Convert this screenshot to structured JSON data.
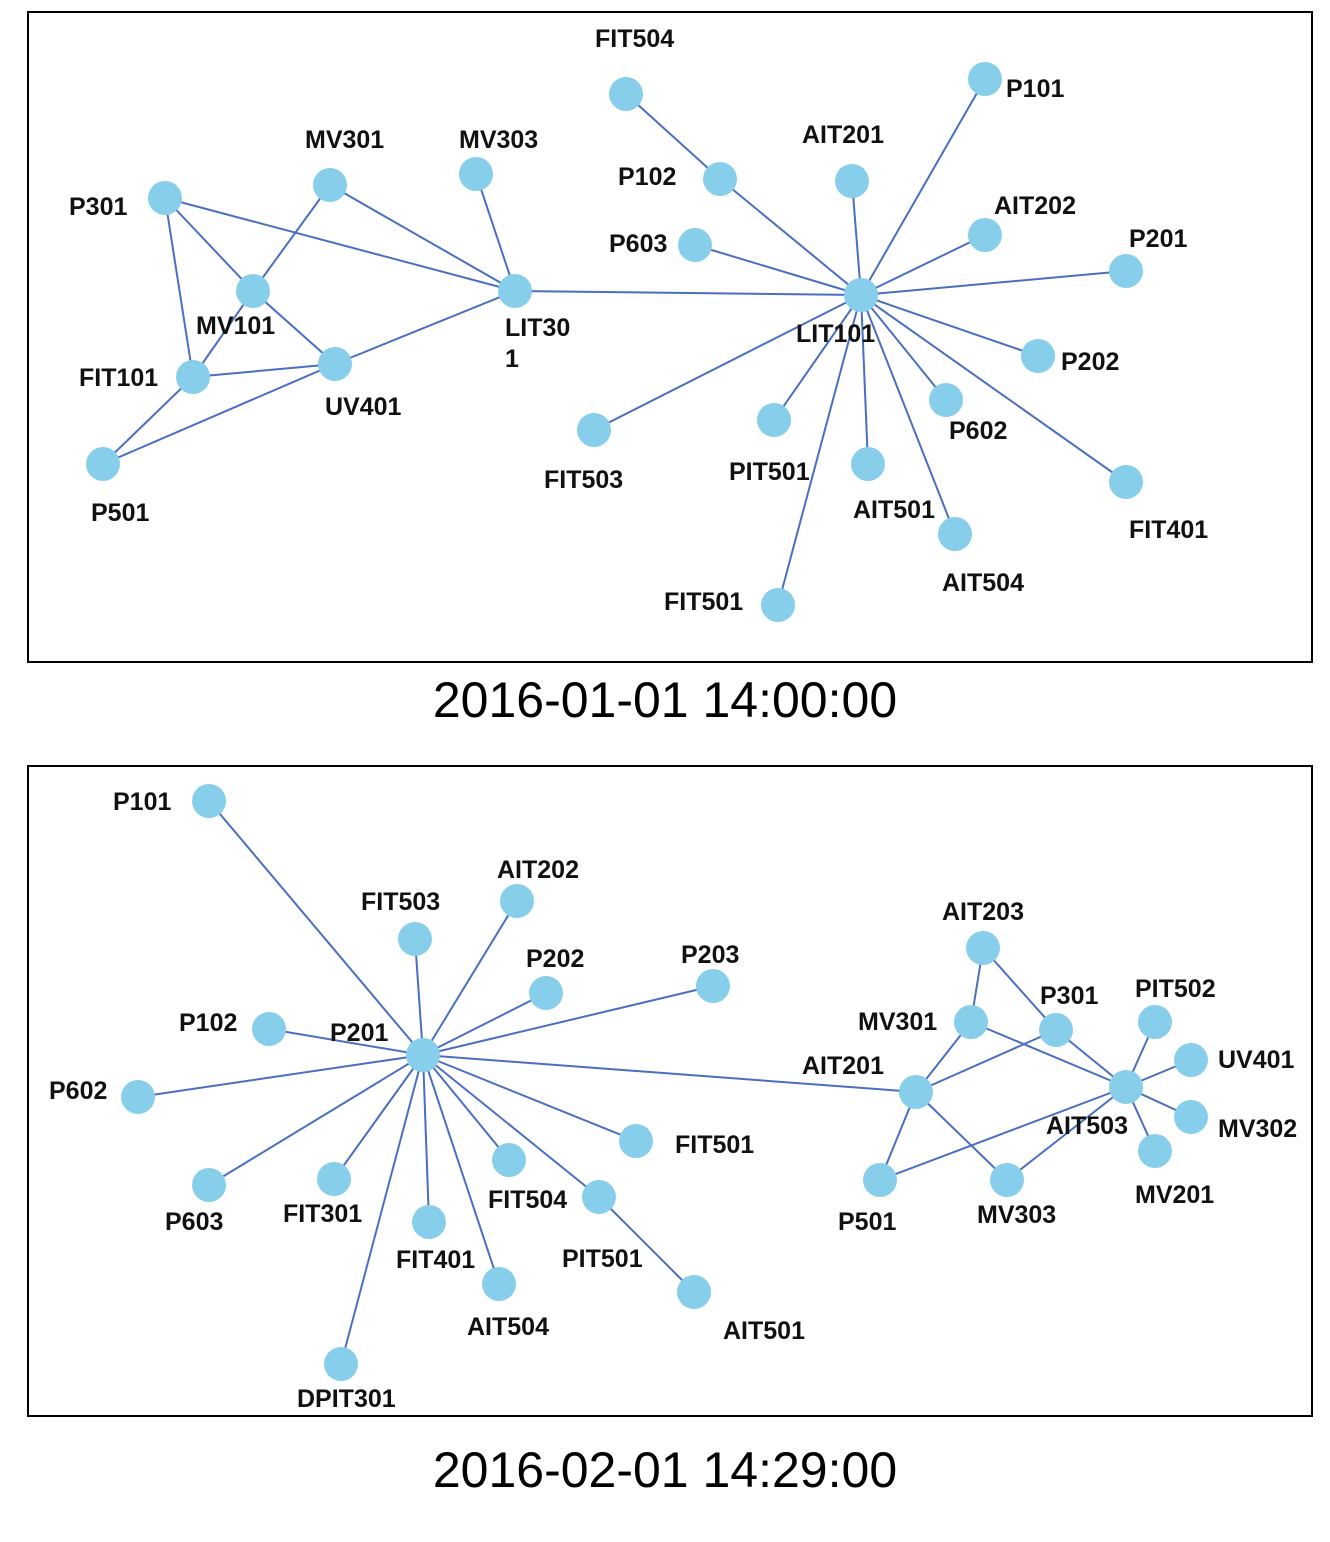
{
  "diagrams": [
    {
      "caption": "2016-01-01 14:00:00",
      "nodes": [
        {
          "id": "FIT504",
          "label": "FIT504"
        },
        {
          "id": "P101",
          "label": "P101"
        },
        {
          "id": "AIT201",
          "label": "AIT201"
        },
        {
          "id": "P102",
          "label": "P102"
        },
        {
          "id": "AIT202",
          "label": "AIT202"
        },
        {
          "id": "P201",
          "label": "P201"
        },
        {
          "id": "P603",
          "label": "P603"
        },
        {
          "id": "LIT101",
          "label": "LIT101"
        },
        {
          "id": "P202",
          "label": "P202"
        },
        {
          "id": "P602",
          "label": "P602"
        },
        {
          "id": "PIT501",
          "label": "PIT501"
        },
        {
          "id": "AIT501",
          "label": "AIT501"
        },
        {
          "id": "FIT401",
          "label": "FIT401"
        },
        {
          "id": "AIT504",
          "label": "AIT504"
        },
        {
          "id": "FIT501",
          "label": "FIT501"
        },
        {
          "id": "FIT503",
          "label": "FIT503"
        },
        {
          "id": "MV301",
          "label": "MV301"
        },
        {
          "id": "MV303",
          "label": "MV303"
        },
        {
          "id": "P301",
          "label": "P301"
        },
        {
          "id": "LIT301",
          "label": "LIT30\n1"
        },
        {
          "id": "MV101",
          "label": "MV101"
        },
        {
          "id": "FIT101",
          "label": "FIT101"
        },
        {
          "id": "UV401",
          "label": "UV401"
        },
        {
          "id": "P501",
          "label": "P501"
        }
      ],
      "edges": [
        [
          "FIT504",
          "P102"
        ],
        [
          "P102",
          "LIT101"
        ],
        [
          "AIT201",
          "LIT101"
        ],
        [
          "P101",
          "LIT101"
        ],
        [
          "AIT202",
          "LIT101"
        ],
        [
          "P201",
          "LIT101"
        ],
        [
          "P603",
          "LIT101"
        ],
        [
          "P202",
          "LIT101"
        ],
        [
          "P602",
          "LIT101"
        ],
        [
          "PIT501",
          "LIT101"
        ],
        [
          "AIT501",
          "LIT101"
        ],
        [
          "FIT401",
          "LIT101"
        ],
        [
          "AIT504",
          "LIT101"
        ],
        [
          "FIT501",
          "LIT101"
        ],
        [
          "FIT503",
          "LIT101"
        ],
        [
          "LIT301",
          "LIT101"
        ],
        [
          "MV303",
          "LIT301"
        ],
        [
          "MV301",
          "LIT301"
        ],
        [
          "P301",
          "LIT301"
        ],
        [
          "UV401",
          "LIT301"
        ],
        [
          "P301",
          "MV101"
        ],
        [
          "P301",
          "FIT101"
        ],
        [
          "MV301",
          "MV101"
        ],
        [
          "MV101",
          "FIT101"
        ],
        [
          "MV101",
          "UV401"
        ],
        [
          "FIT101",
          "UV401"
        ],
        [
          "FIT101",
          "P501"
        ],
        [
          "UV401",
          "P501"
        ]
      ]
    },
    {
      "caption": "2016-02-01 14:29:00",
      "nodes": [
        {
          "id": "P101",
          "label": "P101"
        },
        {
          "id": "FIT503",
          "label": "FIT503"
        },
        {
          "id": "AIT202",
          "label": "AIT202"
        },
        {
          "id": "P202",
          "label": "P202"
        },
        {
          "id": "P203",
          "label": "P203"
        },
        {
          "id": "P102",
          "label": "P102"
        },
        {
          "id": "P201",
          "label": "P201"
        },
        {
          "id": "P602",
          "label": "P602"
        },
        {
          "id": "FIT501",
          "label": "FIT501"
        },
        {
          "id": "P603",
          "label": "P603"
        },
        {
          "id": "FIT301",
          "label": "FIT301"
        },
        {
          "id": "FIT504",
          "label": "FIT504"
        },
        {
          "id": "FIT401",
          "label": "FIT401"
        },
        {
          "id": "PIT501",
          "label": "PIT501"
        },
        {
          "id": "AIT504",
          "label": "AIT504"
        },
        {
          "id": "AIT501",
          "label": "AIT501"
        },
        {
          "id": "DPIT301",
          "label": "DPIT301"
        },
        {
          "id": "AIT203",
          "label": "AIT203"
        },
        {
          "id": "MV301",
          "label": "MV301"
        },
        {
          "id": "P301",
          "label": "P301"
        },
        {
          "id": "PIT502",
          "label": "PIT502"
        },
        {
          "id": "UV401",
          "label": "UV401"
        },
        {
          "id": "AIT201",
          "label": "AIT201"
        },
        {
          "id": "AIT503",
          "label": "AIT503"
        },
        {
          "id": "MV302",
          "label": "MV302"
        },
        {
          "id": "MV201",
          "label": "MV201"
        },
        {
          "id": "P501",
          "label": "P501"
        },
        {
          "id": "MV303",
          "label": "MV303"
        }
      ],
      "edges": [
        [
          "P101",
          "P201"
        ],
        [
          "FIT503",
          "P201"
        ],
        [
          "AIT202",
          "P201"
        ],
        [
          "P202",
          "P201"
        ],
        [
          "P203",
          "P201"
        ],
        [
          "P102",
          "P201"
        ],
        [
          "P602",
          "P201"
        ],
        [
          "FIT501",
          "P201"
        ],
        [
          "P603",
          "P201"
        ],
        [
          "FIT301",
          "P201"
        ],
        [
          "FIT504",
          "P201"
        ],
        [
          "FIT401",
          "P201"
        ],
        [
          "PIT501",
          "P201"
        ],
        [
          "AIT504",
          "P201"
        ],
        [
          "DPIT301",
          "P201"
        ],
        [
          "PIT501",
          "AIT501"
        ],
        [
          "P201",
          "AIT201"
        ],
        [
          "AIT203",
          "MV301"
        ],
        [
          "AIT203",
          "P301"
        ],
        [
          "MV301",
          "AIT201"
        ],
        [
          "MV301",
          "AIT503"
        ],
        [
          "P301",
          "AIT201"
        ],
        [
          "P301",
          "AIT503"
        ],
        [
          "AIT201",
          "P501"
        ],
        [
          "AIT201",
          "MV303"
        ],
        [
          "P501",
          "AIT503"
        ],
        [
          "MV303",
          "AIT503"
        ],
        [
          "PIT502",
          "AIT503"
        ],
        [
          "UV401",
          "AIT503"
        ],
        [
          "MV302",
          "AIT503"
        ],
        [
          "MV201",
          "AIT503"
        ]
      ]
    }
  ]
}
